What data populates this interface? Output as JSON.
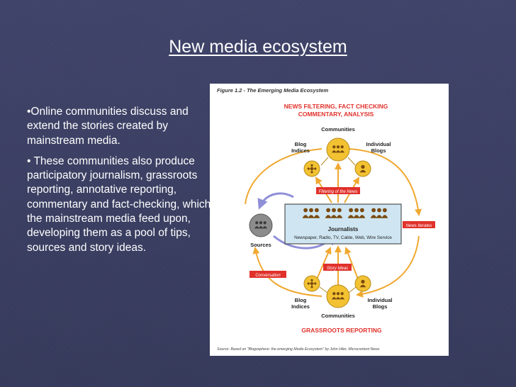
{
  "slide": {
    "title": "New media ecosystem",
    "bullets": [
      "•Online communities discuss and extend the stories created by mainstream media.",
      "• These communities also produce participatory journalism, grassroots reporting, annotative reporting, commentary and fact-checking, which the mainstream media feed upon, developing them as a pool of tips, sources and story ideas."
    ]
  },
  "figure": {
    "caption": "Figure 1.2 - The Emerging Media Ecosystem",
    "top_heading_1": "NEWS FILTERING, FACT CHECKING",
    "top_heading_2": "COMMENTARY, ANALYSIS",
    "communities_top": "Communities",
    "blog_indices_top_1": "Blog",
    "blog_indices_top_2": "Indices",
    "individual_blogs_top_1": "Individual",
    "individual_blogs_top_2": "Blogs",
    "filtering_label": "Filtering of the News",
    "journalists": "Journalists",
    "journalists_sub": "Newspaper, Radio, TV, Cable, Web, Wire Service",
    "sources": "Sources",
    "news_iterates": "News Iterates",
    "conversation": "Conversation",
    "story_ideas": "Story Ideas",
    "blog_indices_bottom_1": "Blog",
    "blog_indices_bottom_2": "Indices",
    "individual_blogs_bottom_1": "Individual",
    "individual_blogs_bottom_2": "Blogs",
    "communities_bottom": "Communities",
    "bottom_heading": "GRASSROOTS REPORTING",
    "source_note": "Source: Based on \"Blogosphere: the emerging Media Ecosystem\" by John Hiler, Microcontent News"
  },
  "colors": {
    "background": "#3b3f63",
    "heading_red": "#e0312b",
    "arrow_orange": "#f0a830",
    "arrow_purple": "#8f8fd8",
    "node_gold": "#f2c232",
    "node_gray": "#8c8c8c",
    "journalists_box": "#cfe6f2"
  }
}
